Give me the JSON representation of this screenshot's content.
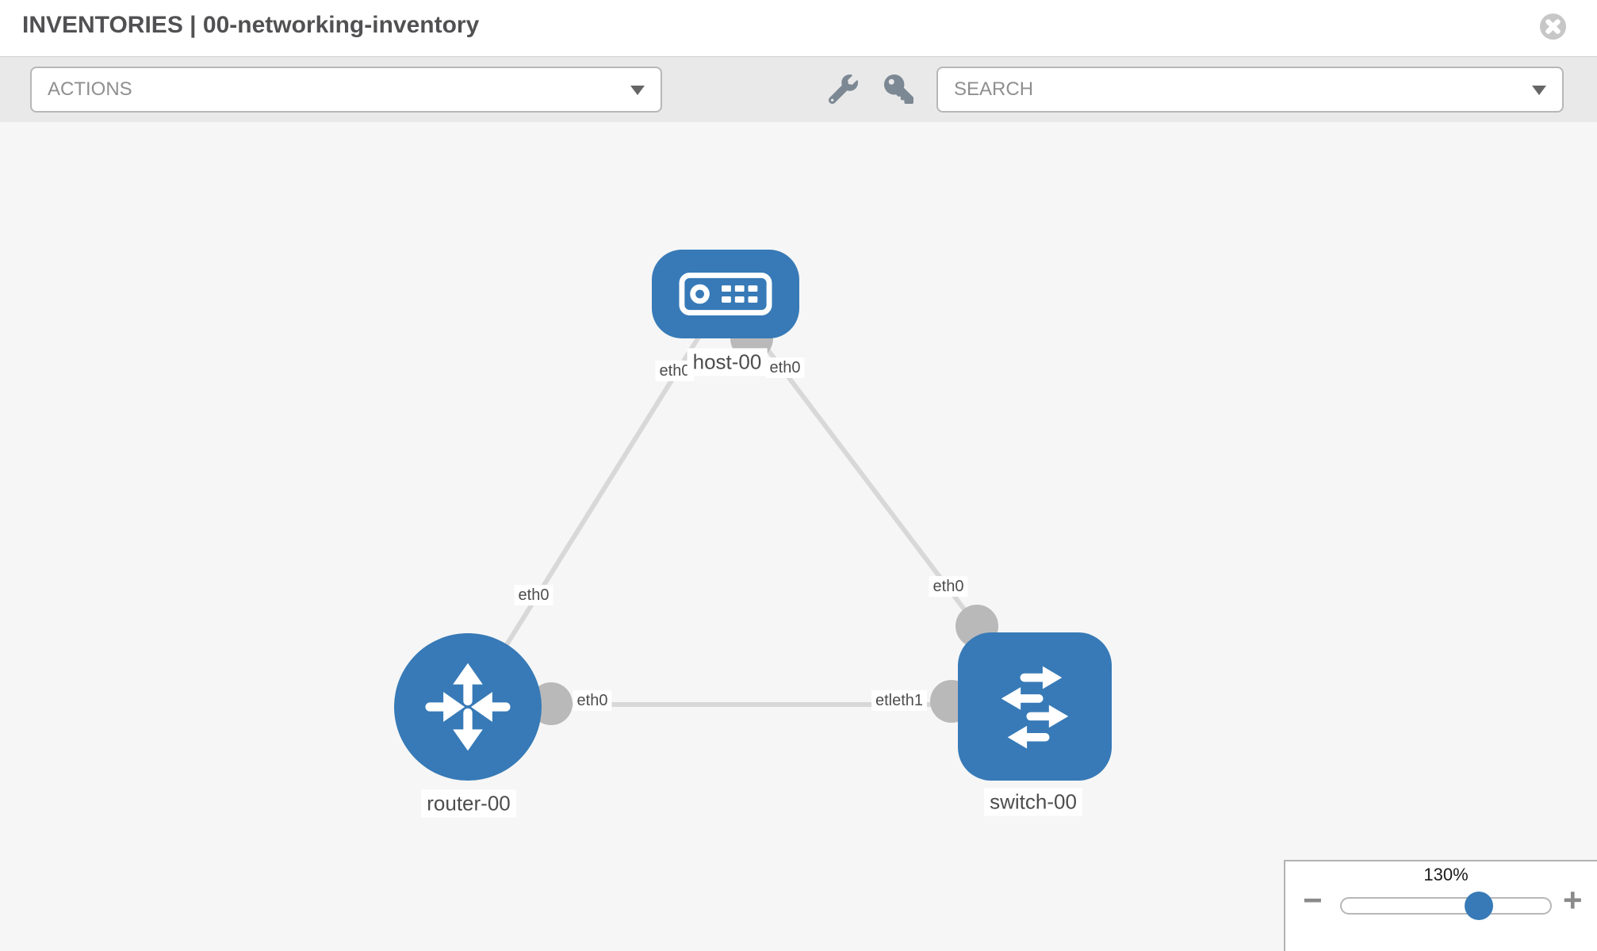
{
  "header": {
    "title": "INVENTORIES | 00-networking-inventory"
  },
  "toolbar": {
    "actions_placeholder": "ACTIONS",
    "search_placeholder": "SEARCH",
    "tool_icons": [
      "wrench-icon",
      "key-icon"
    ]
  },
  "topology": {
    "nodes": [
      {
        "id": "host-00",
        "type": "host",
        "label": "host-00"
      },
      {
        "id": "router-00",
        "type": "router",
        "label": "router-00"
      },
      {
        "id": "switch-00",
        "type": "switch",
        "label": "switch-00"
      }
    ],
    "links": [
      {
        "from": "host-00",
        "to": "router-00"
      },
      {
        "from": "host-00",
        "to": "switch-00"
      },
      {
        "from": "router-00",
        "to": "switch-00"
      }
    ],
    "interface_labels": [
      {
        "text": "eth0"
      },
      {
        "text": "eth0"
      },
      {
        "text": "eth0"
      },
      {
        "text": "eth0"
      },
      {
        "text": "eth0"
      },
      {
        "text": "etleth1"
      }
    ]
  },
  "zoom_control": {
    "level": "130%",
    "minus_label": "−",
    "plus_label": "+",
    "slider_percent": 65
  },
  "colors": {
    "node_blue": "#377ab7",
    "link_gray": "#d8d8d8",
    "port_gray": "#b9b9b9",
    "toolbar_gray": "#e9e9e9",
    "canvas_gray": "#f6f6f6"
  }
}
